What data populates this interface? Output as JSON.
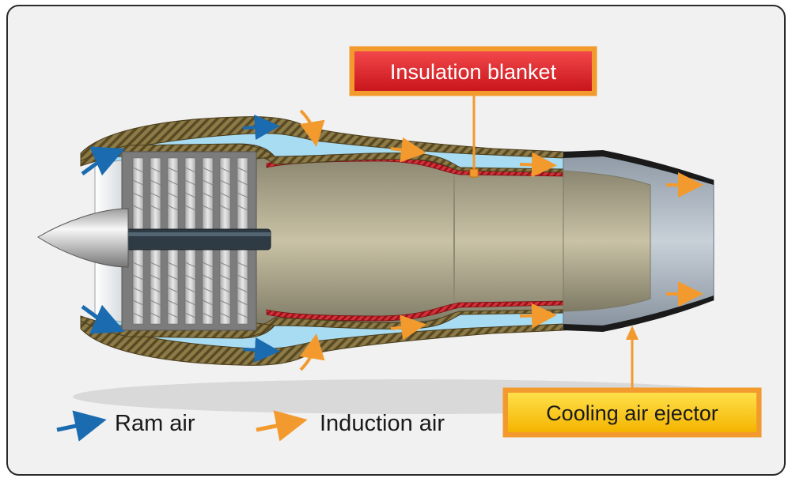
{
  "labels": {
    "insulation_blanket": "Insulation blanket",
    "cooling_air_ejector": "Cooling air ejector"
  },
  "legend": {
    "ram_air": "Ram air",
    "induction_air": "Induction air"
  },
  "colors": {
    "ram_air": "#1a6bb0",
    "induction_air": "#f29a2e",
    "insulation_blanket_box": "#e0262a",
    "cooling_air_ejector_box": "#f8c80e",
    "airflow": "#a8dcf2",
    "casing": "#8a7a45",
    "insulation": "#c0272d"
  }
}
